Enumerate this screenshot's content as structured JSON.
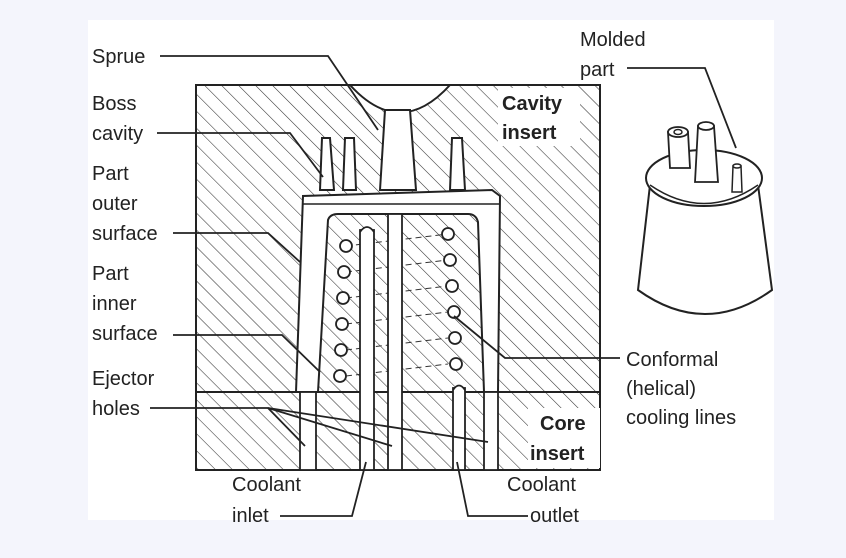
{
  "labels": {
    "sprue": "Sprue",
    "boss_cavity": [
      "Boss",
      "cavity"
    ],
    "part_outer_surface": [
      "Part",
      "outer",
      "surface"
    ],
    "part_inner_surface": [
      "Part",
      "inner",
      "surface"
    ],
    "ejector_holes": [
      "Ejector",
      "holes"
    ],
    "coolant_inlet": [
      "Coolant",
      "inlet"
    ],
    "coolant_outlet": [
      "Coolant",
      "outlet"
    ],
    "cavity_insert": [
      "Cavity",
      "insert"
    ],
    "core_insert": [
      "Core",
      "insert"
    ],
    "molded_part": [
      "Molded",
      "part"
    ],
    "conformal_cooling": [
      "Conformal",
      "(helical)",
      "cooling lines"
    ]
  },
  "colors": {
    "line": "#222222",
    "fill": "#ffffff",
    "background": "#f4f5fc"
  }
}
